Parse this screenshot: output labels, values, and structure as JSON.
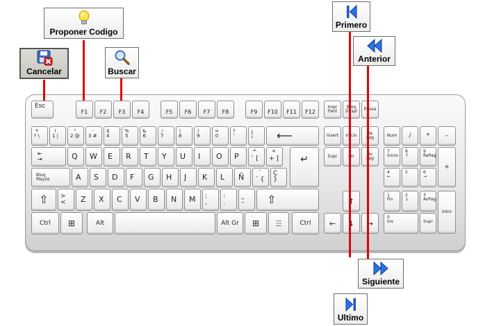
{
  "toolbar": {
    "cancelar": "Cancelar",
    "proponer": "Proponer Codigo",
    "buscar": "Buscar",
    "primero": "Primero",
    "anterior": "Anterior",
    "siguiente": "Siguiente",
    "ultimo": "Ultimo"
  },
  "keys": {
    "esc": "Esc",
    "f1": "F1",
    "f2": "F2",
    "f3": "F3",
    "f4": "F4",
    "f5": "F5",
    "f6": "F6",
    "f7": "F7",
    "f8": "F8",
    "f9": "F9",
    "f10": "F10",
    "f11": "F11",
    "f12": "F12",
    "impr": "Impr\nPant",
    "bloq_despl": "Bloq\nDespl",
    "pausa": "Pausa",
    "insert": "Insert",
    "inicio": "Inicio",
    "repag": "Re\nPag",
    "supr": "Supr",
    "fin": "Fin",
    "avpag": "Av\nPag",
    "num": "Num",
    "np_div": "/",
    "np_mul": "*",
    "np_min": "–",
    "np7": "7\nInicio",
    "np8": "8\n↑",
    "np9": "9\nRePag",
    "np_plus": "+",
    "np4": "4\n←",
    "np5": "5",
    "np6": "6\n→",
    "np1": "1\nFin",
    "np2": "2\n↓",
    "np3": "3\nAvPag",
    "intro": "Intro",
    "np0": "0\nIns",
    "np_dot": ".\nSupr",
    "ord": "ª\nº  \\",
    "d1": "!\n1  |",
    "d2": "\"\n2  @",
    "d3": "·\n3  #",
    "d4": "$\n4",
    "d5": "%\n5",
    "d6": "&\n6",
    "d7": "/\n7",
    "d8": "(\n8",
    "d9": ")\n9",
    "d0": "=\n0",
    "apos": "?\n'",
    "excl": "¿\n¡",
    "backspace": "⟵",
    "tab": "⇤\n⇥",
    "q": "Q",
    "w": "W",
    "e": "E",
    "r": "R",
    "t": "T",
    "y": "Y",
    "u": "U",
    "i": "I",
    "o": "O",
    "p": "P",
    "grave": "^\n`  [",
    "plus": "*\n+  ]",
    "enter": "↵",
    "bloq_mayus": "Bloq\nMayús",
    "a": "A",
    "s": "S",
    "d": "D",
    "f": "F",
    "g": "G",
    "h": "H",
    "j": "J",
    "k": "K",
    "l": "L",
    "ntilde": "Ñ",
    "acute": "¨\n´  {",
    "cced": "Ç\n}",
    "shift_l": "⇧",
    "lt": ">\n<",
    "z": "Z",
    "x": "X",
    "c": "C",
    "v": "V",
    "b": "B",
    "n": "N",
    "m": "M",
    "comma": ";\n,",
    "period": ":\n.",
    "minus": "_\n–",
    "shift_r": "⇧",
    "ctrl_l": "Ctrl",
    "win_l": "⊞",
    "alt": "Alt",
    "space": "",
    "altgr": "Alt Gr",
    "win_r": "⊞",
    "menu": "☰",
    "ctrl_r": "Ctrl",
    "up": "↑",
    "left": "←",
    "down": "↓",
    "right": "→"
  }
}
